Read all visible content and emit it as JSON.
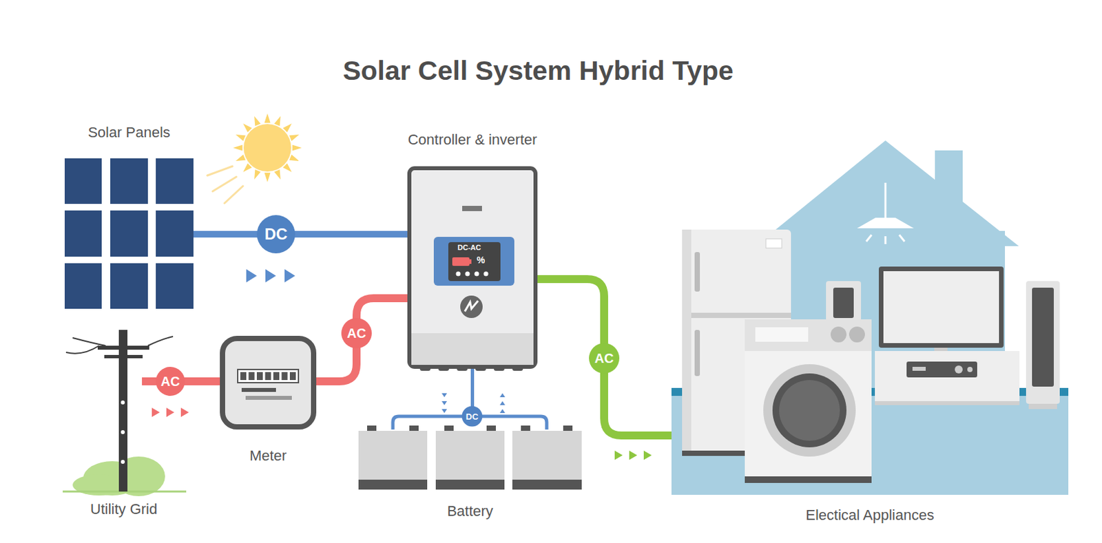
{
  "diagram": {
    "title": "Solar Cell System Hybrid Type",
    "nodes": [
      {
        "text": [
          "Solar Panels"
        ]
      },
      {
        "text": [
          "Controller & inverter"
        ]
      },
      {
        "text": [
          "Utility Grid"
        ]
      },
      {
        "text": [
          "Meter"
        ]
      },
      {
        "text": [
          "Battery"
        ]
      },
      {
        "text": [
          "Electical Appliances"
        ]
      }
    ],
    "edges": [
      {
        "from": 0,
        "to": 1,
        "label": "DC",
        "arrow": "none"
      },
      {
        "from": 2,
        "to": 3,
        "label": "AC",
        "arrow": "none"
      },
      {
        "from": 3,
        "to": 1,
        "label": "AC",
        "arrow": "none"
      },
      {
        "from": 1,
        "to": 5,
        "label": "AC",
        "arrow": "none"
      },
      {
        "from": 1,
        "to": 4,
        "label": "DC",
        "arrow": "none"
      }
    ],
    "labels": [
      "DC-AC",
      "%"
    ]
  }
}
